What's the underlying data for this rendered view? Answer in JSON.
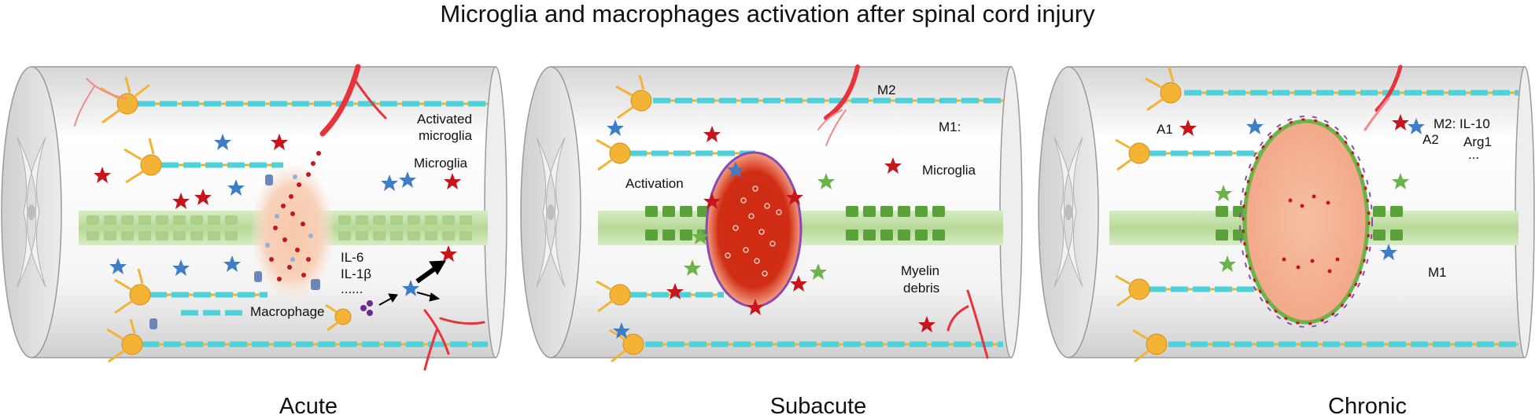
{
  "title": "Microglia and macrophages activation after spinal cord injury",
  "panels": [
    {
      "label": "Acute",
      "annotations": {
        "activated_microglia_1": "Activated",
        "activated_microglia_2": "microglia",
        "microglia": "Microglia",
        "il6": "IL-6",
        "il1b": "IL-1β",
        "dots": "......",
        "macrophage": "Macrophage"
      }
    },
    {
      "label": "Subacute",
      "annotations": {
        "m2": "M2",
        "m1": "M1:",
        "microglia": "Microglia",
        "activation": "Activation",
        "myelin_1": "Myelin",
        "myelin_2": "debris"
      }
    },
    {
      "label": "Chronic",
      "annotations": {
        "a1": "A1",
        "a2": "A2",
        "m2": "M2: IL-10",
        "arg1": "Arg1",
        "dots": "...",
        "m1": "M1"
      }
    }
  ],
  "colors": {
    "cylinder": "#e2e2e2",
    "axon_segment": "#4fd1dc",
    "axon_gap": "#e8b52a",
    "neuron": "#f3b334",
    "spinal_tract": "#b8d99a",
    "lesion_acute": "#f6c2a4",
    "lesion_subacute": "#cc2a10",
    "lesion_chronic": "#f5b597",
    "m1_star": "#c5161d",
    "m2_star": "#3f7dc4",
    "vessel": "#e8333a"
  }
}
